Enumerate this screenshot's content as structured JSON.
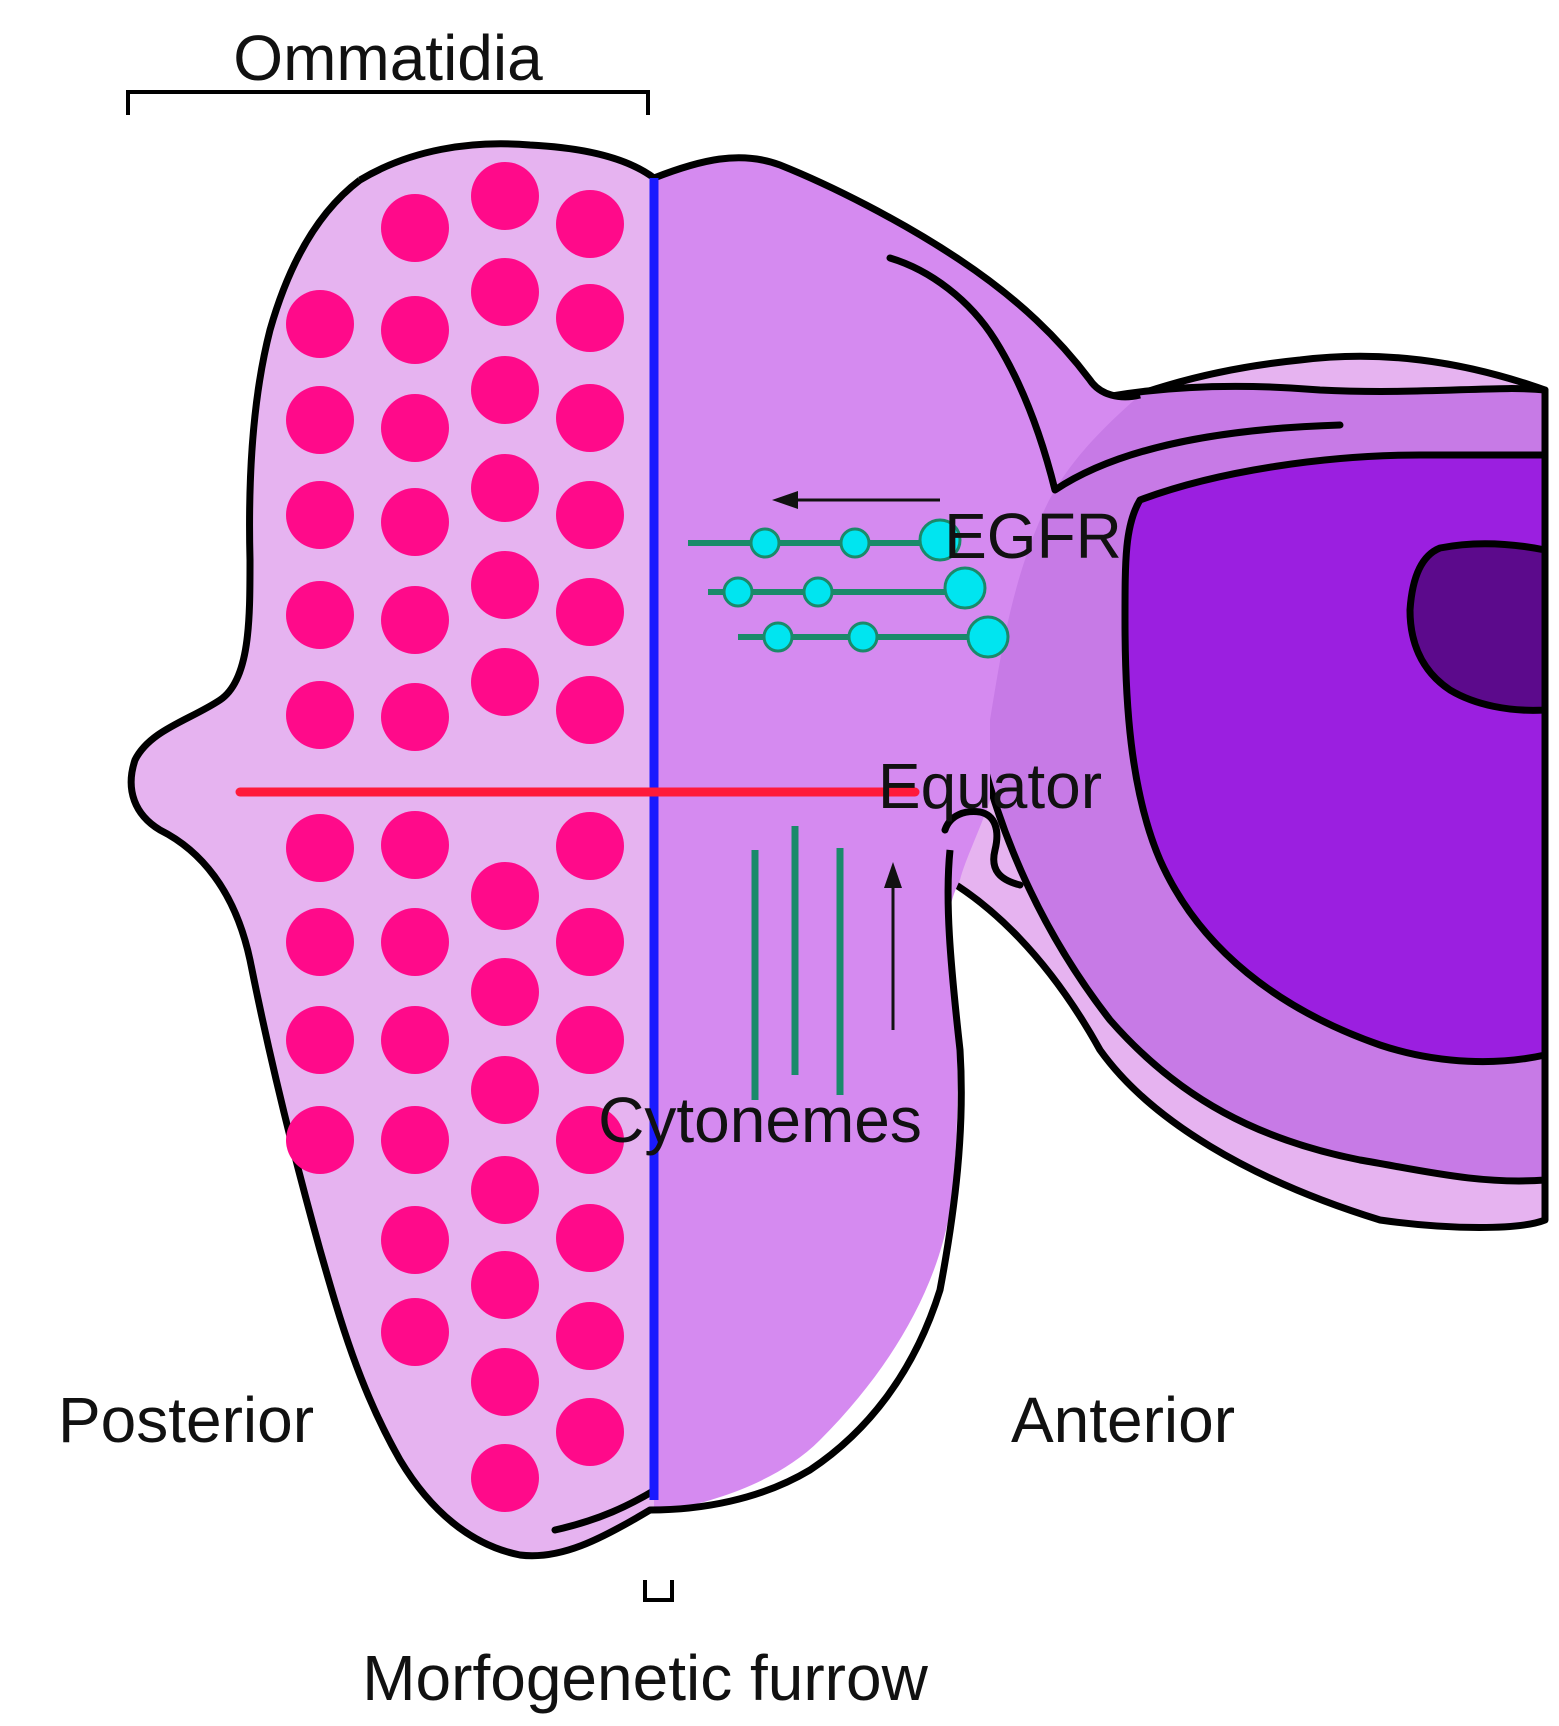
{
  "labels": {
    "ommatidia": "Ommatidia",
    "egfr": "EGFR",
    "equator": "Equator",
    "cytonemes": "Cytonemes",
    "posterior": "Posterior",
    "anterior": "Anterior",
    "morphogenetic_furrow": "Morfogenetic furrow"
  },
  "colors": {
    "posterior_tissue": "#e6b3f0",
    "anterior_tissue": "#d58af0",
    "antenna_outer": "#c77ae6",
    "antenna_mid": "#9b1fe0",
    "antenna_inner": "#5c0a8c",
    "stalk": "#e6b3f0",
    "ommatidium": "#ff0a8a",
    "furrow_line": "#1a1aff",
    "equator_line": "#ff1a3a",
    "cytoneme": "#1a8a6a",
    "egfr_dot": "#00e5f0",
    "outline": "#000000"
  }
}
